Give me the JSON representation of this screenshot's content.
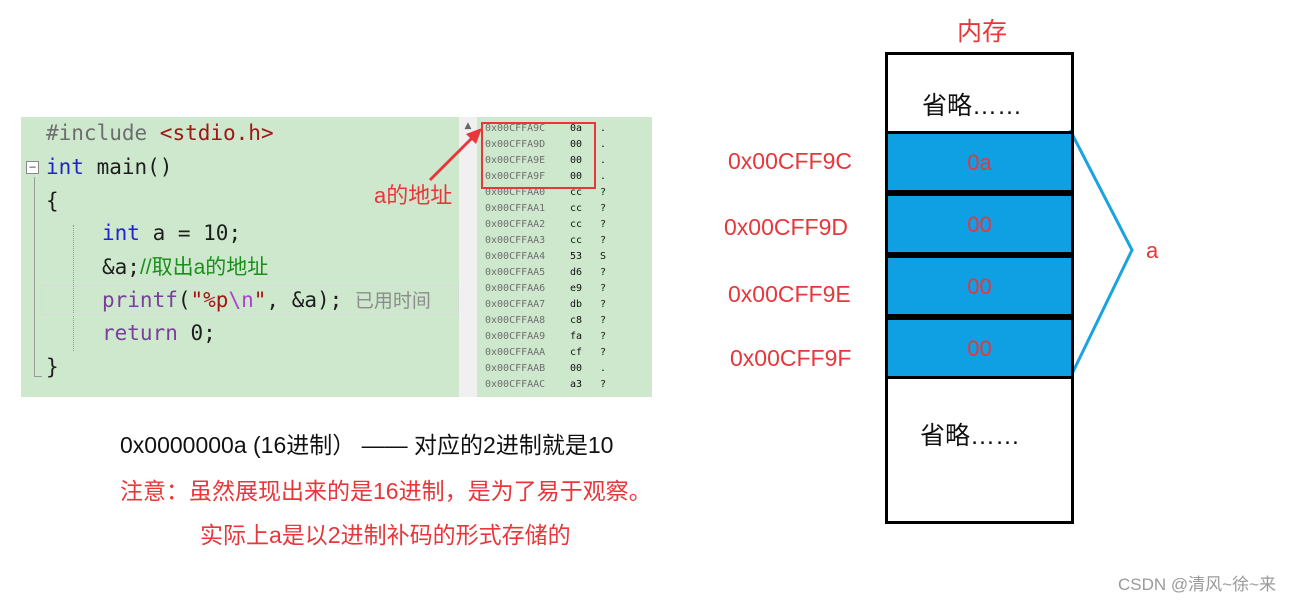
{
  "code": {
    "line1_pp": "#include ",
    "line1_hdr": "<stdio.h>",
    "line2_kw": "int",
    "line2_rest": " main()",
    "line3": "{",
    "line4_kw": "int",
    "line4_rest": " a = 10;",
    "line5_code": "&a;",
    "line5_comment": "//取出a的地址",
    "line6_fn": "printf",
    "line6_str1": "\"%p",
    "line6_esc": "\\n",
    "line6_str2": "\"",
    "line6_rest": ", &a);",
    "line6_ghost": "已用时间",
    "line7_kw": "return",
    "line7_rest": " 0;",
    "line8": "}"
  },
  "memory_window": {
    "rows": [
      {
        "addr": "0x00CFFA9C",
        "val": "0a",
        "chr": "."
      },
      {
        "addr": "0x00CFFA9D",
        "val": "00",
        "chr": "."
      },
      {
        "addr": "0x00CFFA9E",
        "val": "00",
        "chr": "."
      },
      {
        "addr": "0x00CFFA9F",
        "val": "00",
        "chr": "."
      },
      {
        "addr": "0x00CFFAA0",
        "val": "cc",
        "chr": "?"
      },
      {
        "addr": "0x00CFFAA1",
        "val": "cc",
        "chr": "?"
      },
      {
        "addr": "0x00CFFAA2",
        "val": "cc",
        "chr": "?"
      },
      {
        "addr": "0x00CFFAA3",
        "val": "cc",
        "chr": "?"
      },
      {
        "addr": "0x00CFFAA4",
        "val": "53",
        "chr": "S"
      },
      {
        "addr": "0x00CFFAA5",
        "val": "d6",
        "chr": "?"
      },
      {
        "addr": "0x00CFFAA6",
        "val": "e9",
        "chr": "?"
      },
      {
        "addr": "0x00CFFAA7",
        "val": "db",
        "chr": "?"
      },
      {
        "addr": "0x00CFFAA8",
        "val": "c8",
        "chr": "?"
      },
      {
        "addr": "0x00CFFAA9",
        "val": "fa",
        "chr": "?"
      },
      {
        "addr": "0x00CFFAAA",
        "val": "cf",
        "chr": "?"
      },
      {
        "addr": "0x00CFFAAB",
        "val": "00",
        "chr": "."
      },
      {
        "addr": "0x00CFFAAC",
        "val": "a3",
        "chr": "?"
      }
    ],
    "caption": "a的地址"
  },
  "diagram": {
    "title": "内存",
    "omit_top": "省略……",
    "omit_bottom": "省略……",
    "cells": [
      {
        "addr": "0x00CFF9C",
        "value": "0a"
      },
      {
        "addr": "0x00CFF9D",
        "value": "00"
      },
      {
        "addr": "0x00CFF9E",
        "value": "00"
      },
      {
        "addr": "0x00CFF9F",
        "value": "00"
      }
    ],
    "var_label": "a"
  },
  "notes": {
    "line1": "0x0000000a (16进制）  —— 对应的2进制就是10",
    "line2": "注意：虽然展现出来的是16进制，是为了易于观察。",
    "line3": "实际上a是以2进制补码的形式存储的"
  },
  "watermark": "CSDN @清风~徐~来",
  "colors": {
    "accent": "#e8363a",
    "cell_fill": "#0ea0e2",
    "code_bg": "#cde8cd"
  }
}
